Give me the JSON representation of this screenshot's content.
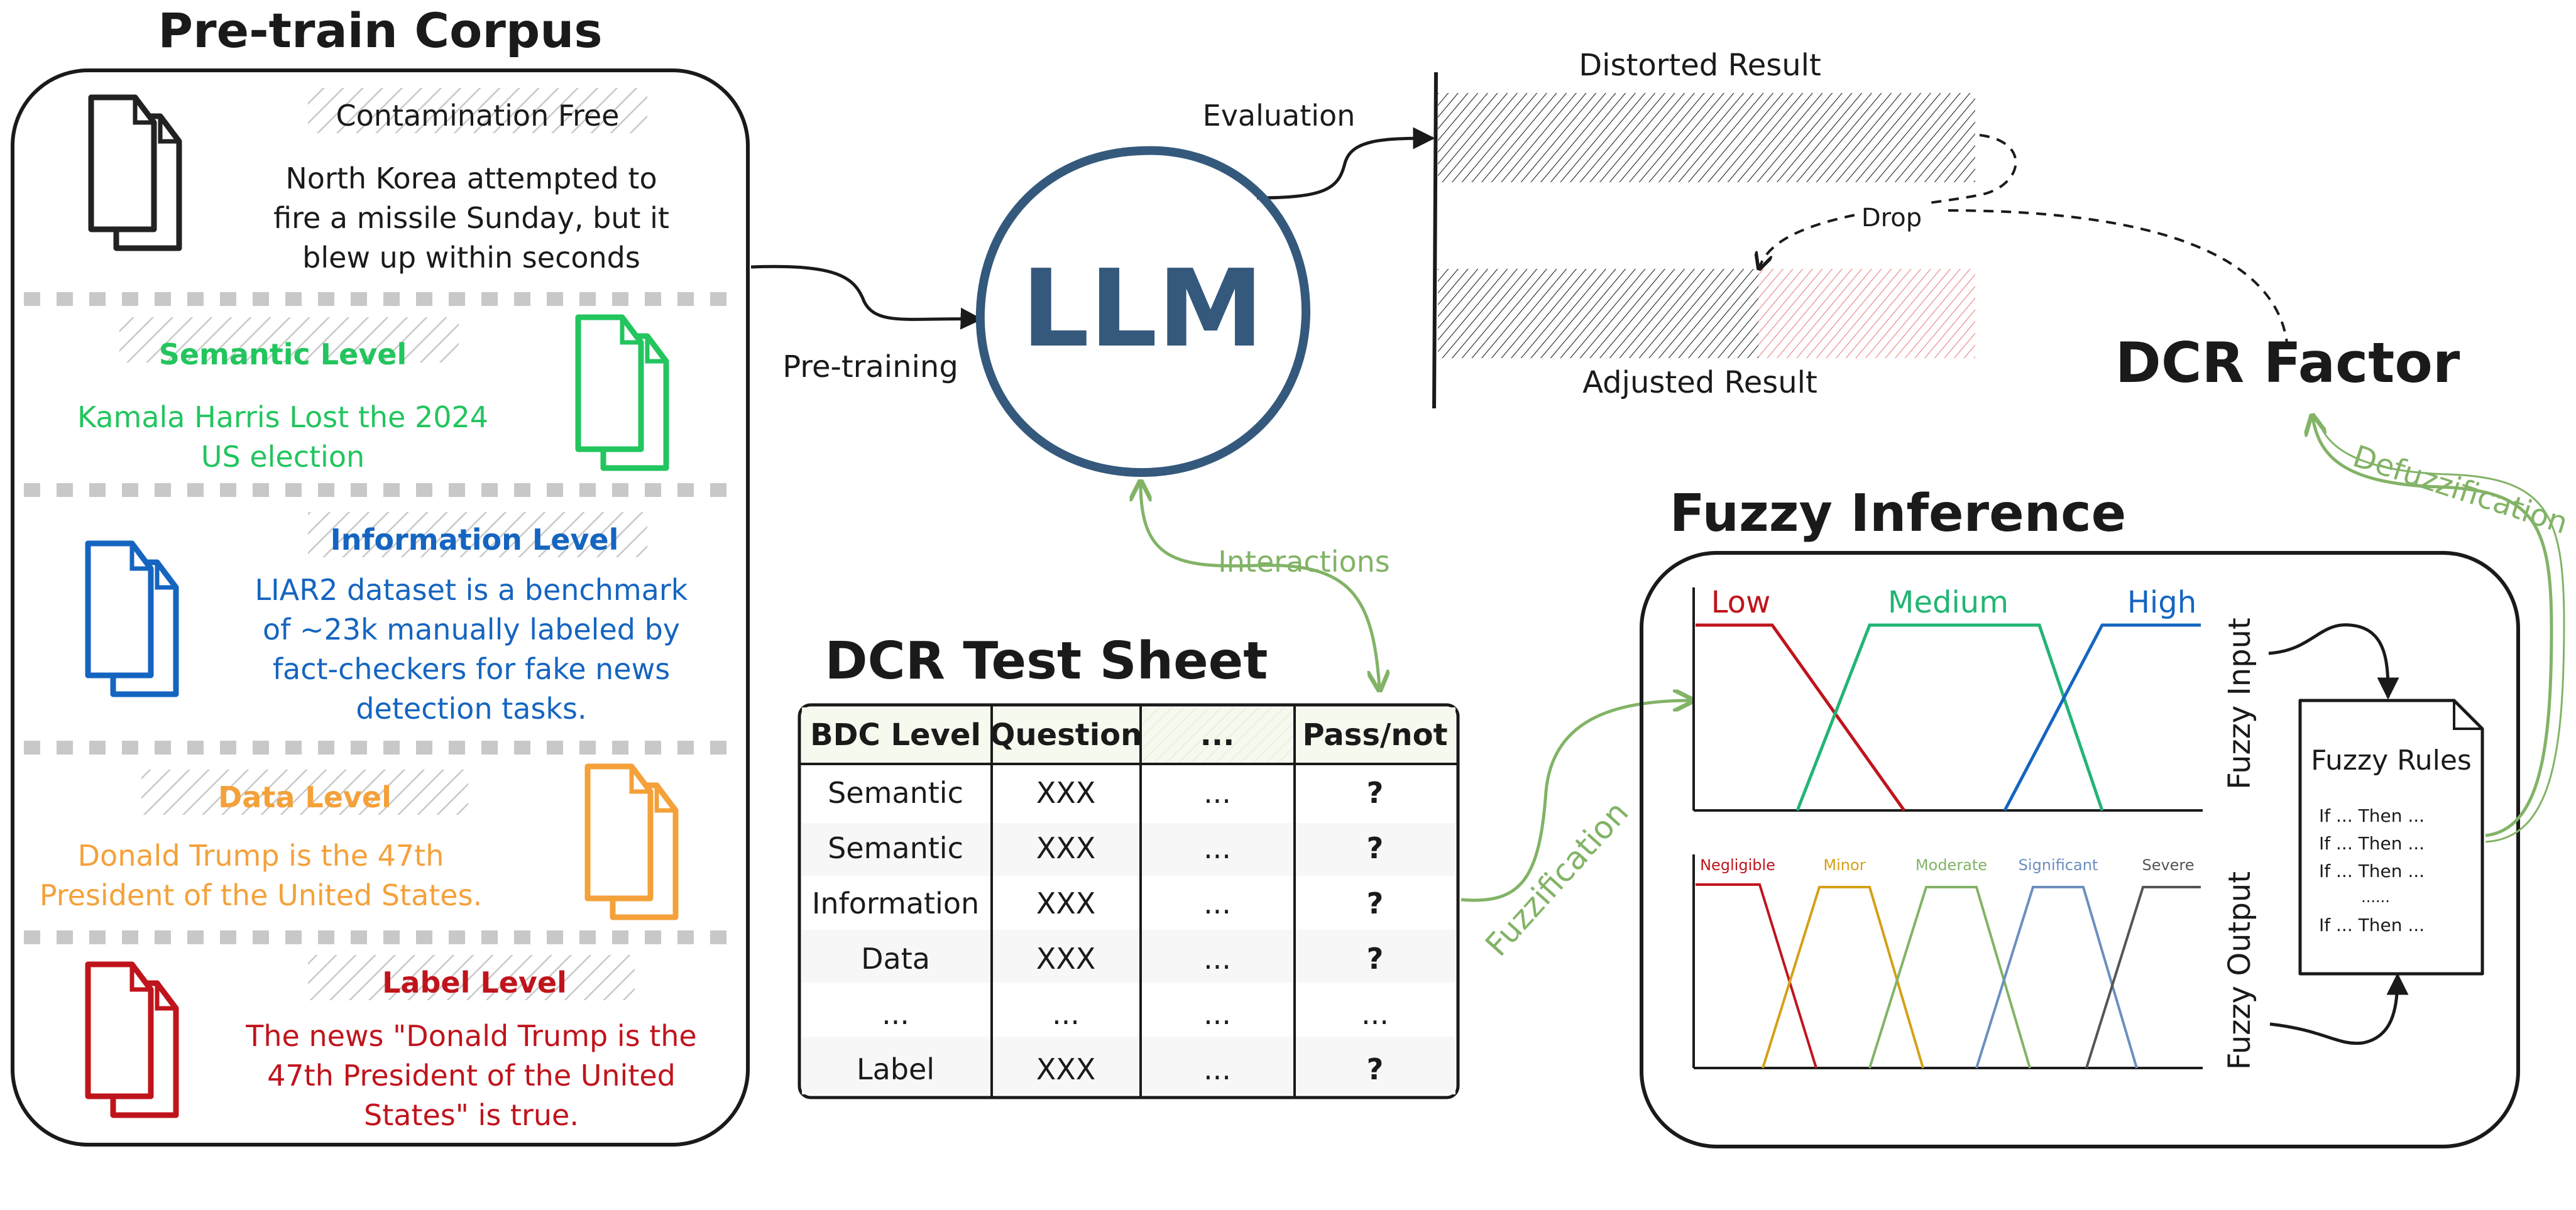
{
  "corpus": {
    "title": "Pre-train Corpus",
    "sections": [
      {
        "heading": "Contamination Free",
        "lines": [
          "North Korea attempted to",
          "fire a missile Sunday, but it",
          "blew up within seconds"
        ]
      },
      {
        "heading": "Semantic Level",
        "lines": [
          "Kamala Harris Lost the 2024",
          "US election"
        ]
      },
      {
        "heading": "Information Level",
        "lines": [
          "LIAR2 dataset is a benchmark",
          "of ~23k manually labeled by",
          "fact-checkers for fake news",
          "detection tasks."
        ]
      },
      {
        "heading": "Data Level",
        "lines": [
          "Donald Trump is the 47th",
          "President of the United States."
        ]
      },
      {
        "heading": "Label Level",
        "lines": [
          "The news \"Donald Trump is the",
          "47th President of the United",
          "States\" is true."
        ]
      }
    ]
  },
  "llm": {
    "label": "LLM"
  },
  "arrows": {
    "pretraining": "Pre-training",
    "evaluation": "Evaluation",
    "interactions": "Interactions",
    "drop": "Drop",
    "fuzzification": "Fuzzification",
    "defuzzification": "Defuzzification"
  },
  "results": {
    "distorted": "Distorted Result",
    "adjusted": "Adjusted Result"
  },
  "dcr_factor": "DCR Factor",
  "test_sheet": {
    "title": "DCR Test Sheet",
    "headers": [
      "BDC Level",
      "Question",
      "...",
      "Pass/not"
    ],
    "rows": [
      [
        "Semantic",
        "XXX",
        "...",
        "?"
      ],
      [
        "Semantic",
        "XXX",
        "...",
        "?"
      ],
      [
        "Information",
        "XXX",
        "...",
        "?"
      ],
      [
        "Data",
        "XXX",
        "...",
        "?"
      ],
      [
        "...",
        "...",
        "...",
        "..."
      ],
      [
        "Label",
        "XXX",
        "...",
        "?"
      ]
    ]
  },
  "fuzzy": {
    "title": "Fuzzy Inference",
    "input_label": "Fuzzy Input",
    "output_label": "Fuzzy Output",
    "input_sets": [
      "Low",
      "Medium",
      "High"
    ],
    "output_sets": [
      "Negligible",
      "Minor",
      "Moderate",
      "Significant",
      "Severe"
    ],
    "rules_title": "Fuzzy Rules",
    "rules": [
      "If ... Then ...",
      "If ... Then ...",
      "If ... Then ...",
      "......",
      "If ... Then ..."
    ]
  },
  "colors": {
    "ink": "#1a1a1a",
    "llm": "#34597c",
    "green_text": "#22c55e",
    "blue_text": "#1565c0",
    "orange_text": "#f4a13a",
    "red_text": "#c0141c",
    "arrow_green": "#82b366",
    "low": "#c0141c",
    "medium": "#22b573",
    "high": "#1565c0",
    "hatch_red": "#e88080"
  }
}
